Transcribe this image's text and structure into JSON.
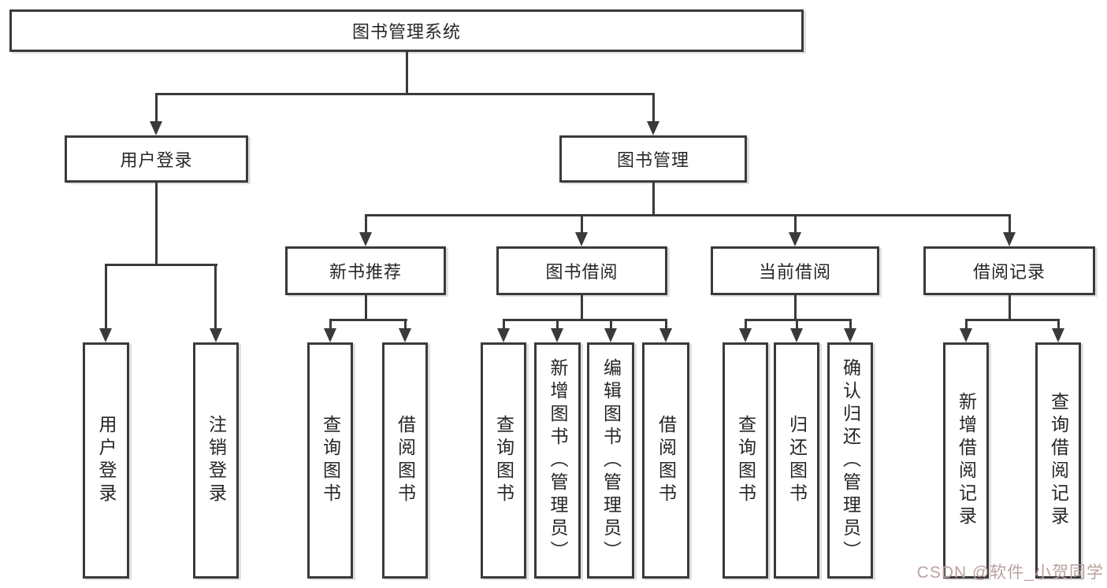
{
  "colors": {
    "line": "#3a3a3a",
    "text": "#262626",
    "box_background": "#ffffff",
    "background": "#ffffff",
    "watermark": "#bda0a0"
  },
  "tree": {
    "root": "图书管理系统",
    "branches": [
      {
        "label": "用户登录",
        "children": [
          "用户登录",
          "注销登录"
        ]
      },
      {
        "label": "图书管理",
        "groups": [
          {
            "label": "新书推荐",
            "children": [
              "查询图书",
              "借阅图书"
            ]
          },
          {
            "label": "图书借阅",
            "children": [
              "查询图书",
              "新增图书（管理员）",
              "编辑图书（管理员）",
              "借阅图书"
            ]
          },
          {
            "label": "当前借阅",
            "children": [
              "查询图书",
              "归还图书",
              "确认归还（管理员）"
            ]
          },
          {
            "label": "借阅记录",
            "children": [
              "新增借阅记录",
              "查询借阅记录"
            ]
          }
        ]
      }
    ]
  },
  "watermark": {
    "text": "CSDN @软件_小贺同学"
  }
}
